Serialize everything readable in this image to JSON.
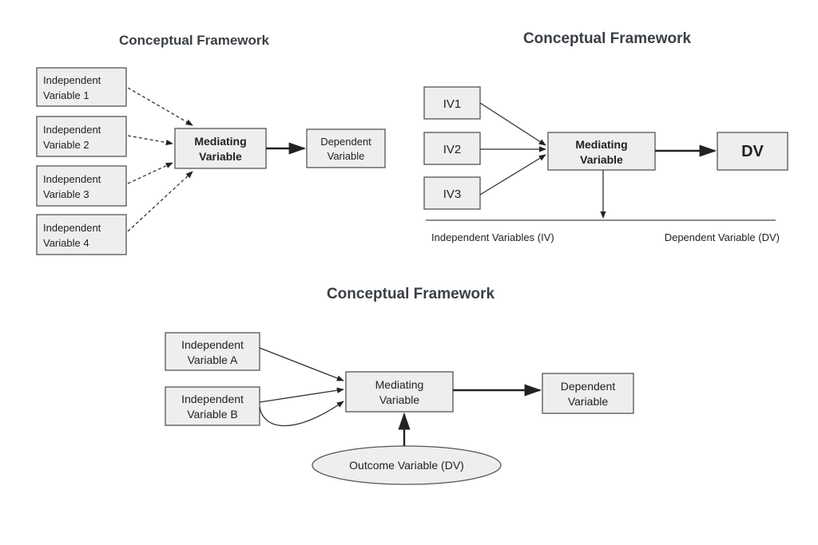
{
  "diagram1": {
    "title": "Conceptual Framework",
    "iv1": [
      "Independent",
      "Variable 1"
    ],
    "iv2": [
      "Independent",
      "Variable 2"
    ],
    "iv3": [
      "Independent",
      "Variable 3"
    ],
    "iv4": [
      "Independent",
      "Variable 4"
    ],
    "mediator": [
      "Mediating",
      "Variable"
    ],
    "dependent": [
      "Dependent",
      "Variable"
    ]
  },
  "diagram2": {
    "title": "Conceptual Framework",
    "iv1": "IV1",
    "iv2": "IV2",
    "iv3": "IV3",
    "mediator": [
      "Mediating",
      "Variable"
    ],
    "dv": "DV",
    "axis_left": "Independent Variables (IV)",
    "axis_right": "Dependent Variable (DV)"
  },
  "diagram3": {
    "title": "Conceptual Framework",
    "iv_a": [
      "Independent",
      "Variable A"
    ],
    "iv_b": [
      "Independent",
      "Variable B"
    ],
    "mediator": [
      "Mediating",
      "Variable"
    ],
    "dependent": [
      "Dependent",
      "Variable"
    ],
    "outcome": "Outcome Variable (DV)"
  }
}
